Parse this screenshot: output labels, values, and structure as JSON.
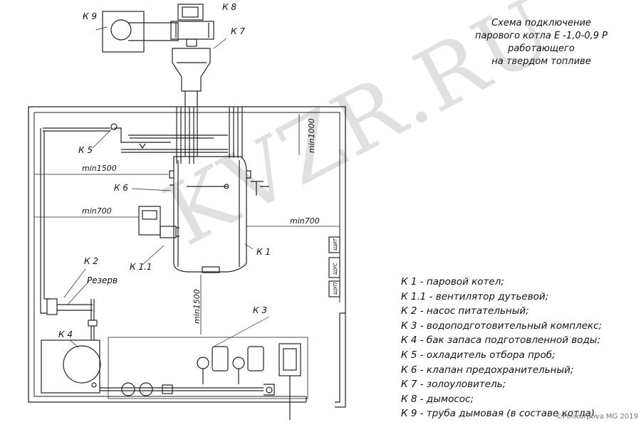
{
  "title_lines": [
    "Схема подключение",
    "парового котла Е -1,0-0,9 Р",
    "работающего",
    "на твердом топливе"
  ],
  "labels": {
    "k9": "К 9",
    "k8": "К 8",
    "k7": "К 7",
    "k5": "К 5",
    "k6": "К 6",
    "k1": "К 1",
    "k11": "К 1.1",
    "k2": "К 2",
    "k3": "К 3",
    "k4": "К 4",
    "reserve": "Резерв"
  },
  "dimensions": {
    "min1000": "min1000",
    "min1500_a": "min1500",
    "min700_a": "min700",
    "min700_b": "min700",
    "min1500_b": "min1500"
  },
  "panels": {
    "shchit": "ЩИТ",
    "shus": "ЩУС",
    "shchup": "ЩУП"
  },
  "legend": [
    "К 1  -  паровой котел;",
    "К 1.1  -  вентилятор дутьевой;",
    "К 2  -  насос питательный;",
    "К 3  -  водоподготовительный комплекс;",
    "К 4  -  бак запаса подготовленной воды;",
    "К 5  -  охладитель отбора проб;",
    "К 6  -  клапан предохранительный;",
    "К 7  -  золоуловитель;",
    "К 8  -  дымосос;",
    "К 9  -  труба дымовая  (в составе котла)."
  ],
  "watermark": "KVZR.RU",
  "signature": "©Polikarpova MG 2019"
}
